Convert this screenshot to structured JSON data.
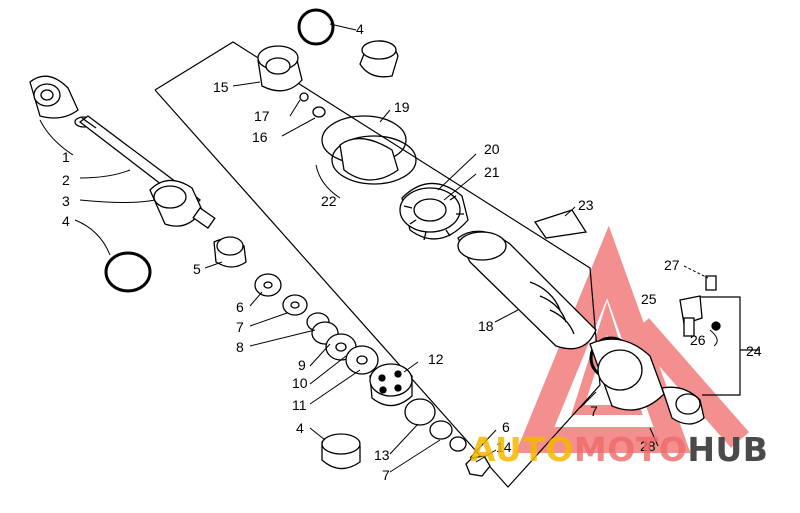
{
  "callouts": [
    {
      "id": "c1",
      "text": "1"
    },
    {
      "id": "c2",
      "text": "2"
    },
    {
      "id": "c3",
      "text": "3"
    },
    {
      "id": "c4a",
      "text": "4"
    },
    {
      "id": "c4b",
      "text": "4"
    },
    {
      "id": "c4c",
      "text": "4"
    },
    {
      "id": "c5",
      "text": "5"
    },
    {
      "id": "c6a",
      "text": "6"
    },
    {
      "id": "c6b",
      "text": "6"
    },
    {
      "id": "c7a",
      "text": "7"
    },
    {
      "id": "c7b",
      "text": "7"
    },
    {
      "id": "c7c",
      "text": "7"
    },
    {
      "id": "c8",
      "text": "8"
    },
    {
      "id": "c9",
      "text": "9"
    },
    {
      "id": "c10",
      "text": "10"
    },
    {
      "id": "c11",
      "text": "11"
    },
    {
      "id": "c12",
      "text": "12"
    },
    {
      "id": "c13",
      "text": "13"
    },
    {
      "id": "c14",
      "text": "14"
    },
    {
      "id": "c15",
      "text": "15"
    },
    {
      "id": "c16",
      "text": "16"
    },
    {
      "id": "c17",
      "text": "17"
    },
    {
      "id": "c18",
      "text": "18"
    },
    {
      "id": "c19",
      "text": "19"
    },
    {
      "id": "c20",
      "text": "20"
    },
    {
      "id": "c21",
      "text": "21"
    },
    {
      "id": "c22",
      "text": "22"
    },
    {
      "id": "c23",
      "text": "23"
    },
    {
      "id": "c24",
      "text": "24"
    },
    {
      "id": "c25",
      "text": "25"
    },
    {
      "id": "c26",
      "text": "26"
    },
    {
      "id": "c27",
      "text": "27"
    },
    {
      "id": "c28",
      "text": "28"
    }
  ],
  "watermark": {
    "part1": "AUTO",
    "part2": "MOTO",
    "part3": "HUB",
    "color_primary": "#f06a6a",
    "color_secondary": "#f5b800",
    "color_dark": "#4a4a4a"
  }
}
